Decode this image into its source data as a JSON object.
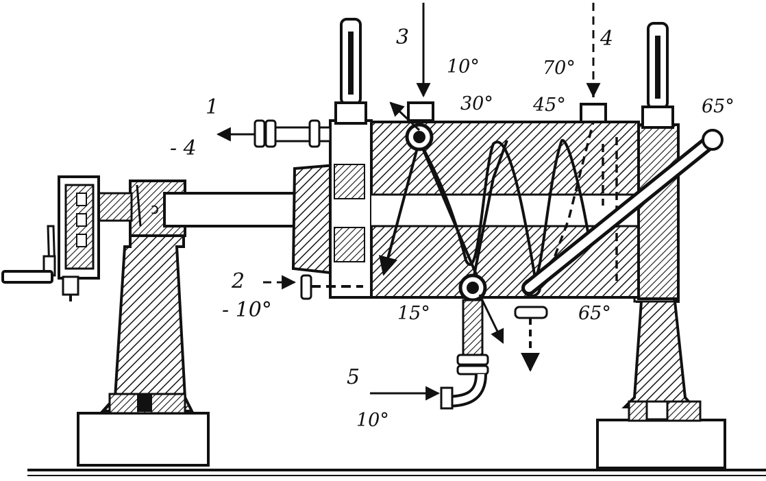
{
  "diagram": {
    "colors": {
      "ink": "#111111",
      "paper": "#ffffff"
    },
    "labels": {
      "n1": "1",
      "n2": "2",
      "n3": "3",
      "n4": "4",
      "n5": "5",
      "t_minus4": "- 4",
      "t_minus10": "- 10°",
      "t_10_top": "10°",
      "t_30": "30°",
      "t_70": "70°",
      "t_45": "45°",
      "t_65_top": "65°",
      "t_15": "15°",
      "t_65_bottom": "65°",
      "t_10_bottom": "10°"
    }
  }
}
